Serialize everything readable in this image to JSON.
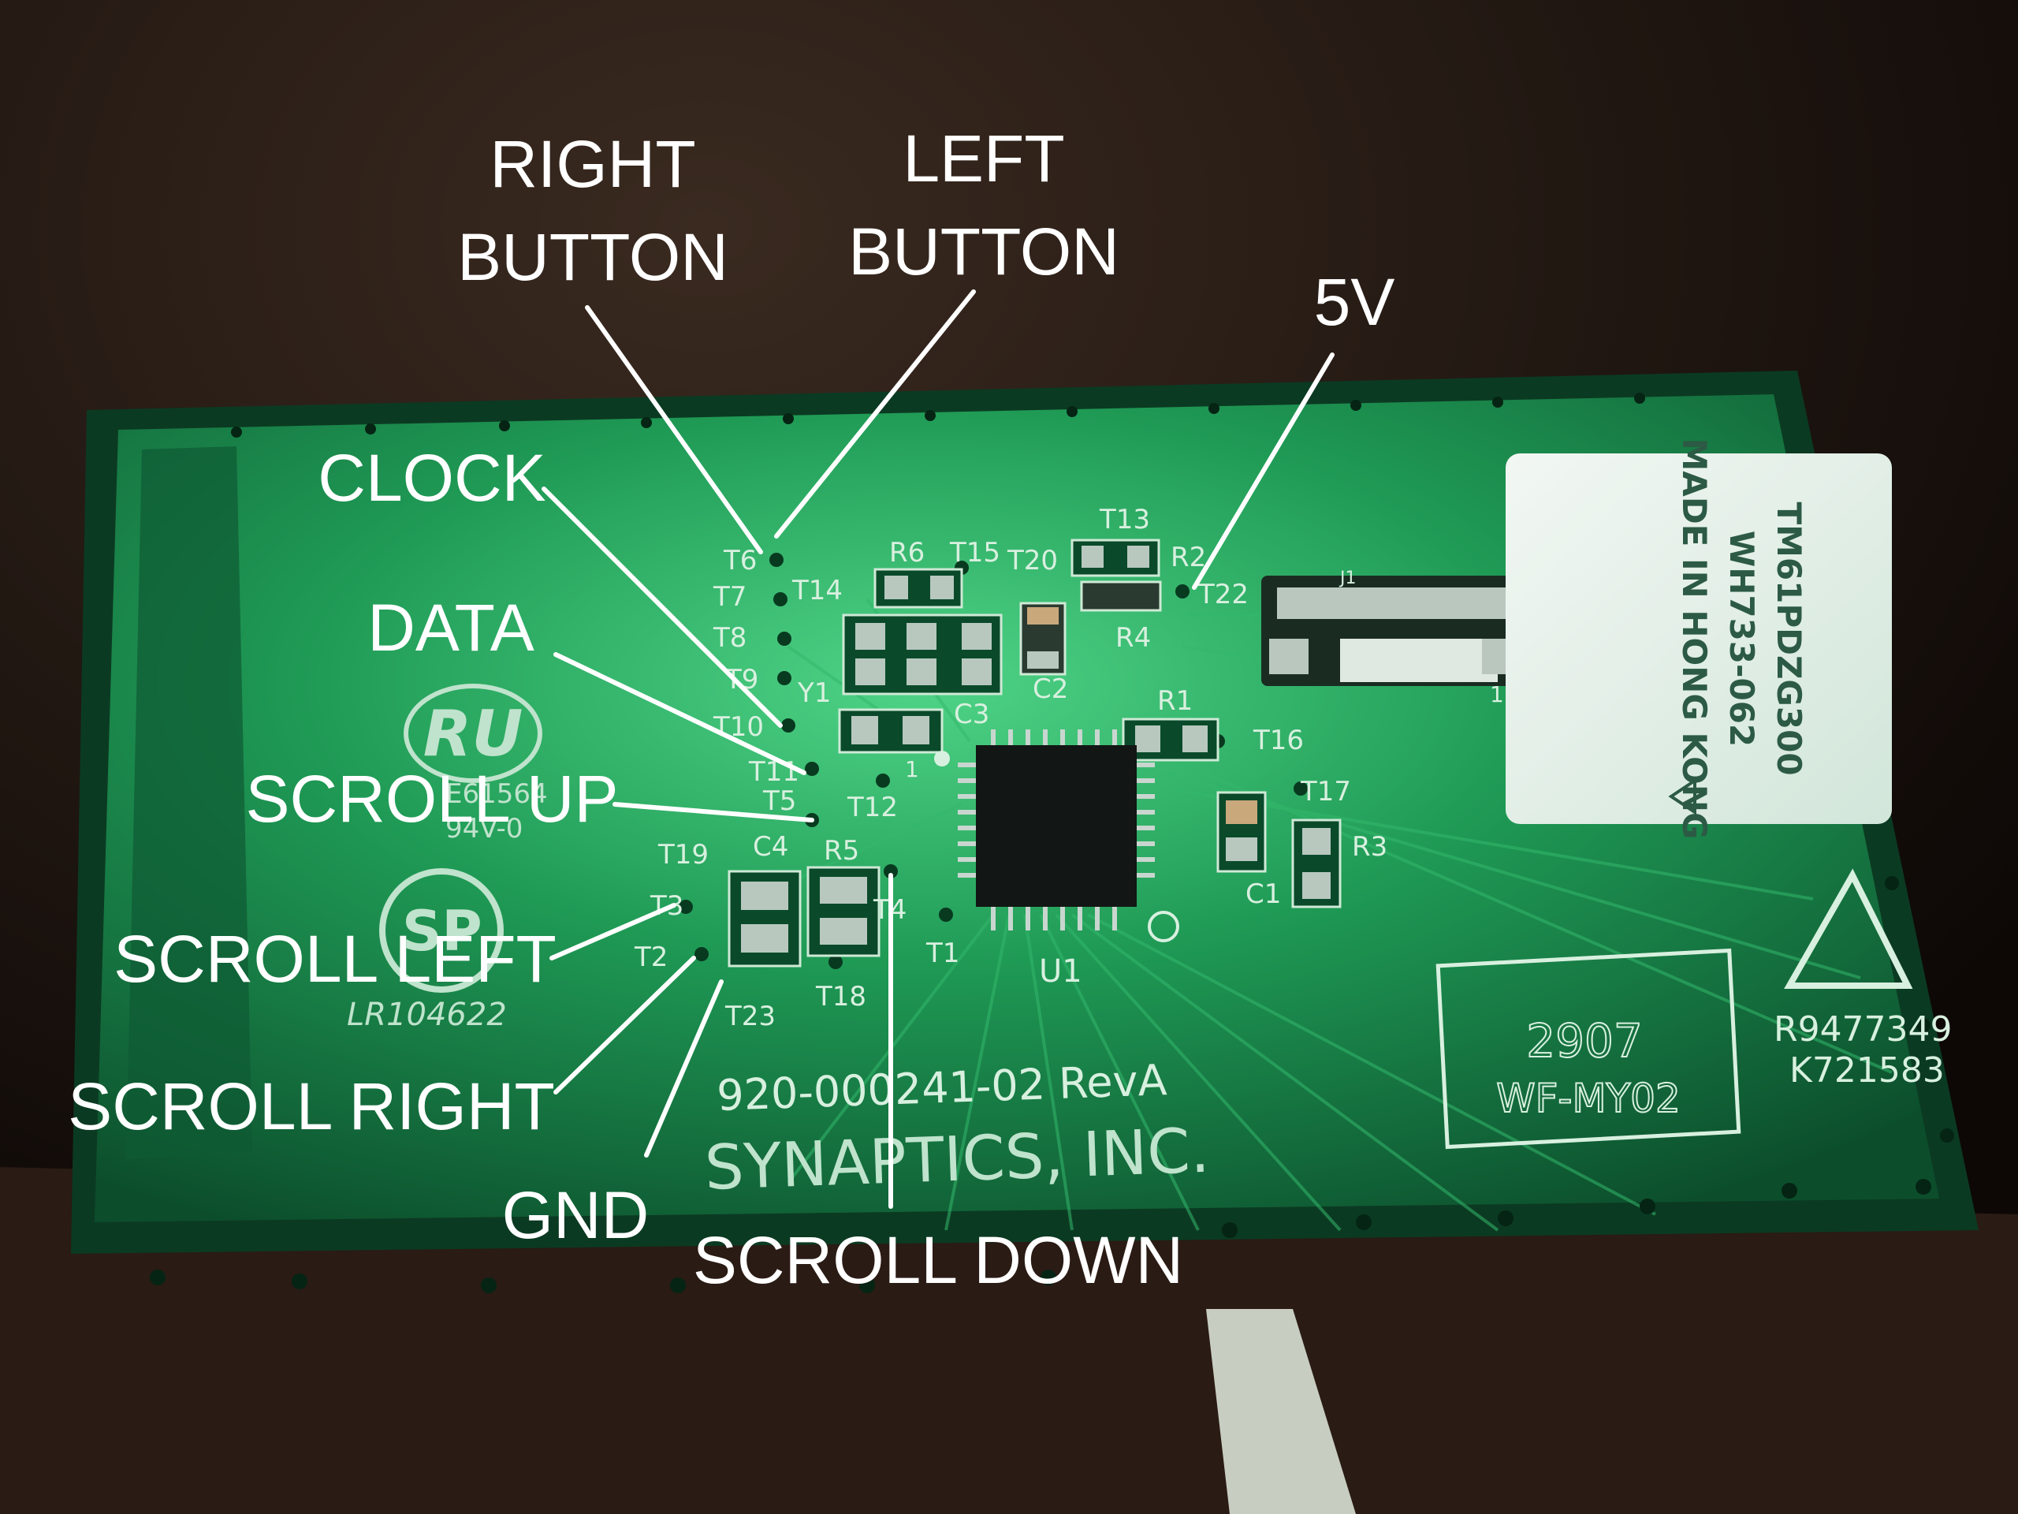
{
  "annotations": {
    "right_button": [
      "RIGHT",
      "BUTTON"
    ],
    "left_button": [
      "LEFT",
      "BUTTON"
    ],
    "five_v": "5V",
    "clock": "CLOCK",
    "data": "DATA",
    "scroll_up": "SCROLL UP",
    "scroll_left": "SCROLL LEFT",
    "scroll_right": "SCROLL RIGHT",
    "gnd": "GND",
    "scroll_down": "SCROLL DOWN"
  },
  "board": {
    "part_number": "920-000241-02 RevA",
    "manufacturer": "SYNAPTICS, INC.",
    "sticker_lines": [
      "TM61PDZG300",
      "WH733-062",
      "MADE IN HONG KONG"
    ],
    "mark_code": [
      "2907",
      "WF-MY02"
    ],
    "registration": [
      "R9477349",
      "K721583"
    ],
    "ul_code": "LR104622",
    "ul_logo_text": "RU",
    "ul_numbers": [
      "E61564",
      "94V-0"
    ],
    "chip_label": "U1",
    "components": {
      "t6": "T6",
      "t7": "T7",
      "t8": "T8",
      "t9": "T9",
      "t10": "T10",
      "t11": "T11",
      "t5": "T5",
      "t12": "T12",
      "t14": "T14",
      "t15": "T15",
      "t20": "T20",
      "t13": "T13",
      "t22": "T22",
      "t16": "T16",
      "t17": "T17",
      "t19": "T19",
      "t3": "T3",
      "t2": "T2",
      "t23": "T23",
      "t18": "T18",
      "t4": "T4",
      "t1": "T1",
      "r6": "R6",
      "r2": "R2",
      "r4": "R4",
      "r1": "R1",
      "r3": "R3",
      "r5": "R5",
      "c1": "C1",
      "c2": "C2",
      "c3": "C3",
      "c4": "C4",
      "y1": "Y1",
      "j1": "J1",
      "pin1": "1",
      "pin1b": "1"
    }
  },
  "colors": {
    "board_green": "#1f9a55",
    "board_dark": "#0c4e2c",
    "background": "#140d09",
    "label_white": "#ffffff"
  }
}
